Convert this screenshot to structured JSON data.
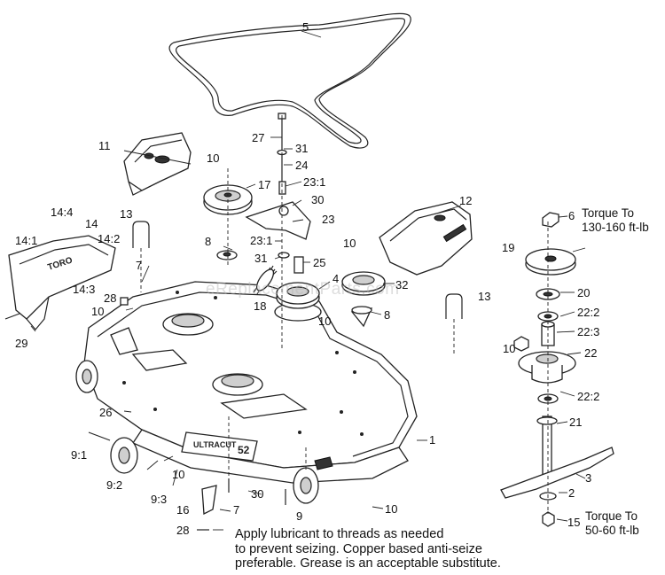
{
  "labels": {
    "p1": "1",
    "p2": "2",
    "p3": "3",
    "p4": "4",
    "p5": "5",
    "p6": "6",
    "p7a": "7",
    "p7b": "7",
    "p8a": "8",
    "p8b": "8",
    "p9": "9",
    "p91": "9:1",
    "p92": "9:2",
    "p93": "9:3",
    "p10a": "10",
    "p10b": "10",
    "p10c": "10",
    "p10d": "10",
    "p10e": "10",
    "p10f": "10",
    "p10g": "10",
    "p11": "11",
    "p12": "12",
    "p13a": "13",
    "p13b": "13",
    "p14": "14",
    "p141": "14:1",
    "p142": "14:2",
    "p143": "14:3",
    "p144": "14:4",
    "p15": "15",
    "p16": "16",
    "p17": "17",
    "p18": "18",
    "p19": "19",
    "p20": "20",
    "p21": "21",
    "p22": "22",
    "p222a": "22:2",
    "p222b": "22:2",
    "p223": "22:3",
    "p23": "23",
    "p231a": "23:1",
    "p231b": "23:1",
    "p24": "24",
    "p25": "25",
    "p26": "26",
    "p27": "27",
    "p28a": "28",
    "p28b": "28",
    "p29": "29",
    "p30a": "30",
    "p30b": "30",
    "p31a": "31",
    "p31b": "31",
    "p32": "32"
  },
  "torque_top": {
    "line1": "Torque To",
    "line2": "130-160 ft-lb"
  },
  "torque_bottom": {
    "line1": "Torque To",
    "line2": "50-60 ft-lb"
  },
  "note": {
    "line1": "Apply lubricant to threads as needed",
    "line2": "to prevent seizing. Copper based anti-seize",
    "line3": "preferable. Grease is an acceptable substitute."
  },
  "deck_logo": {
    "brand": "ULTRACUT",
    "size": "52"
  },
  "watermark": "eReplacementParts.com"
}
